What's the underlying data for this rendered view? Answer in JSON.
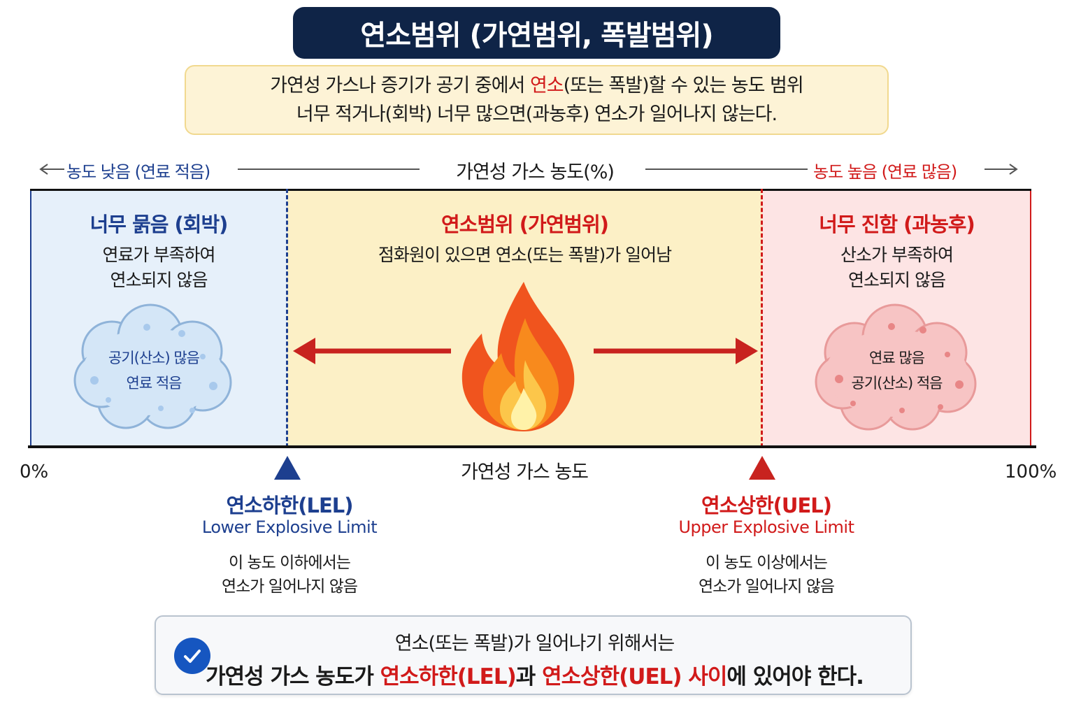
{
  "title": "연소범위 (가연범위, 폭발범위)",
  "definition": {
    "line1_pre": "가연성 가스나 증기가 공기 중에서 ",
    "line1_highlight": "연소",
    "line1_post": "(또는 폭발)할 수 있는 농도 범위",
    "line2": "너무 적거나(회박) 너무 많으면(과농후) 연소가 일어나지 않는다."
  },
  "axis": {
    "low_label": "농도 낮음 (연료 적음)",
    "high_label": "농도 높음 (연료 많음)",
    "center_label": "가연성 가스 농도(%)",
    "bottom_label": "가연성 가스 농도",
    "min_label": "0%",
    "max_label": "100%"
  },
  "zones": {
    "lean": {
      "title": "너무 묽음 (회박)",
      "desc1": "연료가 부족하여",
      "desc2": "연소되지 않음",
      "cloud1": "공기(산소) 많음",
      "cloud2": "연료 적음"
    },
    "range": {
      "title": "연소범위 (가연범위)",
      "desc": "점화원이 있으면 연소(또는 폭발)가 일어남"
    },
    "rich": {
      "title": "너무 진함 (과농후)",
      "desc1": "산소가 부족하여",
      "desc2": "연소되지 않음",
      "cloud1": "연료 많음",
      "cloud2": "공기(산소) 적음"
    }
  },
  "lel": {
    "title": "연소하한(LEL)",
    "subtitle": "Lower Explosive Limit",
    "desc1": "이 농도 이하에서는",
    "desc2": "연소가 일어나지 않음"
  },
  "uel": {
    "title": "연소상한(UEL)",
    "subtitle": "Upper Explosive Limit",
    "desc1": "이 농도 이상에서는",
    "desc2": "연소가 일어나지 않음"
  },
  "conclusion": {
    "line1": "연소(또는 폭발)가 일어나기 위해서는",
    "line2_pre": "가연성 가스 농도가 ",
    "line2_lel": "연소하한(LEL)",
    "line2_mid": "과 ",
    "line2_uel": "연소상한(UEL) 사이",
    "line2_post": "에 있어야 한다."
  },
  "colors": {
    "navy": "#0f2447",
    "blue": "#1d3f8f",
    "red": "#d11a1a",
    "lean_bg": "#e6f0fa",
    "range_bg": "#fcf0c6",
    "rich_bg": "#fde4e4"
  },
  "icons": [
    "flame-icon",
    "left-arrow-icon",
    "right-arrow-icon",
    "lean-cloud-icon",
    "rich-cloud-icon",
    "lel-marker-icon",
    "uel-marker-icon",
    "check-icon"
  ]
}
